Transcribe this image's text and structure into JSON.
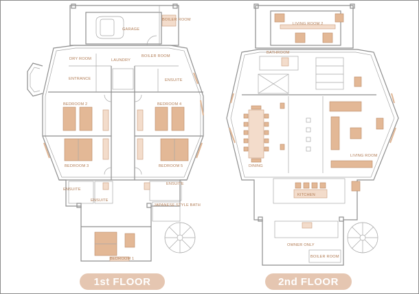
{
  "floor1": {
    "caption": "1st FLOOR",
    "rooms": {
      "garage": "GARAGE",
      "boiler_room_top": "BOILER ROOM",
      "dry_room": "DRY ROOM",
      "laundry": "LAUNDRY",
      "boiler_room_mid": "BOILER ROOM",
      "entrance": "ENTRANCE",
      "ensuite_top": "ENSUITE",
      "bedroom_2": "BEDROOM 2",
      "bedroom_4": "BEDROOM 4",
      "bedroom_3": "BEDROOM 3",
      "bedroom_5": "BEDROOM 5",
      "ensuite_left": "ENSUITE",
      "ensuite_mid": "ENSUITE",
      "ensuite_right": "ENSUITE",
      "japanese_bath": "JAPANESE STYLE BATH",
      "bedroom_1": "BEDROOM 1"
    }
  },
  "floor2": {
    "caption": "2nd FLOOR",
    "rooms": {
      "living_room_2": "LIVING ROOM 2",
      "bathroom": "BATHROOM",
      "dining": "DINING",
      "living_room": "LIVING ROOM",
      "kitchen": "KITCHEN",
      "owner_only": "OWNER ONLY",
      "boiler_room": "BOILER ROOM"
    }
  },
  "colors": {
    "accent": "#e3b896",
    "pill": "#e0c2ad",
    "wall": "#8d8d8d",
    "label": "#b07a52"
  }
}
